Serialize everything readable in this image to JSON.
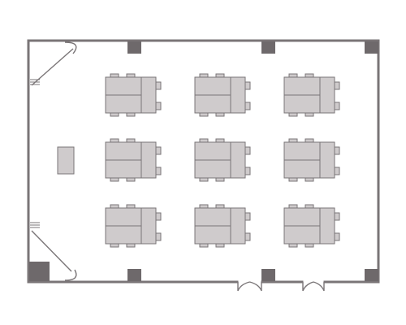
{
  "floor_plan": {
    "colors": {
      "wall": "#7a7577",
      "column": "#6e696b",
      "furniture_fill": "#cfcbcc",
      "furniture_stroke": "#7a7577",
      "background": "#ffffff"
    },
    "table_groups": {
      "rows": 3,
      "columns": 3,
      "chairs_per_long_side": 2,
      "chairs_on_right_end": 2
    },
    "podium": {
      "present": true
    },
    "doors": [
      "double-door-bottom-left",
      "double-door-bottom-right"
    ],
    "corner_doors": [
      "corner-door-top-left",
      "corner-door-bottom-left"
    ],
    "icons": [
      "column-icon",
      "table-group-icon",
      "chair-icon",
      "door-icon",
      "podium-icon"
    ]
  }
}
